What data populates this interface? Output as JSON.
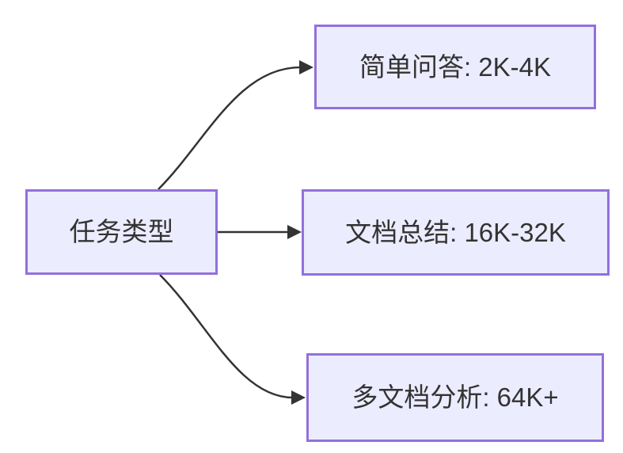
{
  "diagram": {
    "type": "flowchart-LR",
    "background": "#ffffff",
    "colors": {
      "node_fill": "#ECECFF",
      "node_border": "#9370DB",
      "edge": "#333333",
      "text": "#333333"
    },
    "nodes": [
      {
        "id": "task-type",
        "label": "任务类型"
      },
      {
        "id": "simple-qa",
        "label": "简单问答: 2K-4K"
      },
      {
        "id": "doc-summary",
        "label": "文档总结: 16K-32K"
      },
      {
        "id": "multidoc-analysis",
        "label": "多文档分析: 64K+"
      }
    ],
    "edges": [
      {
        "from": "task-type",
        "to": "simple-qa"
      },
      {
        "from": "task-type",
        "to": "doc-summary"
      },
      {
        "from": "task-type",
        "to": "multidoc-analysis"
      }
    ]
  }
}
